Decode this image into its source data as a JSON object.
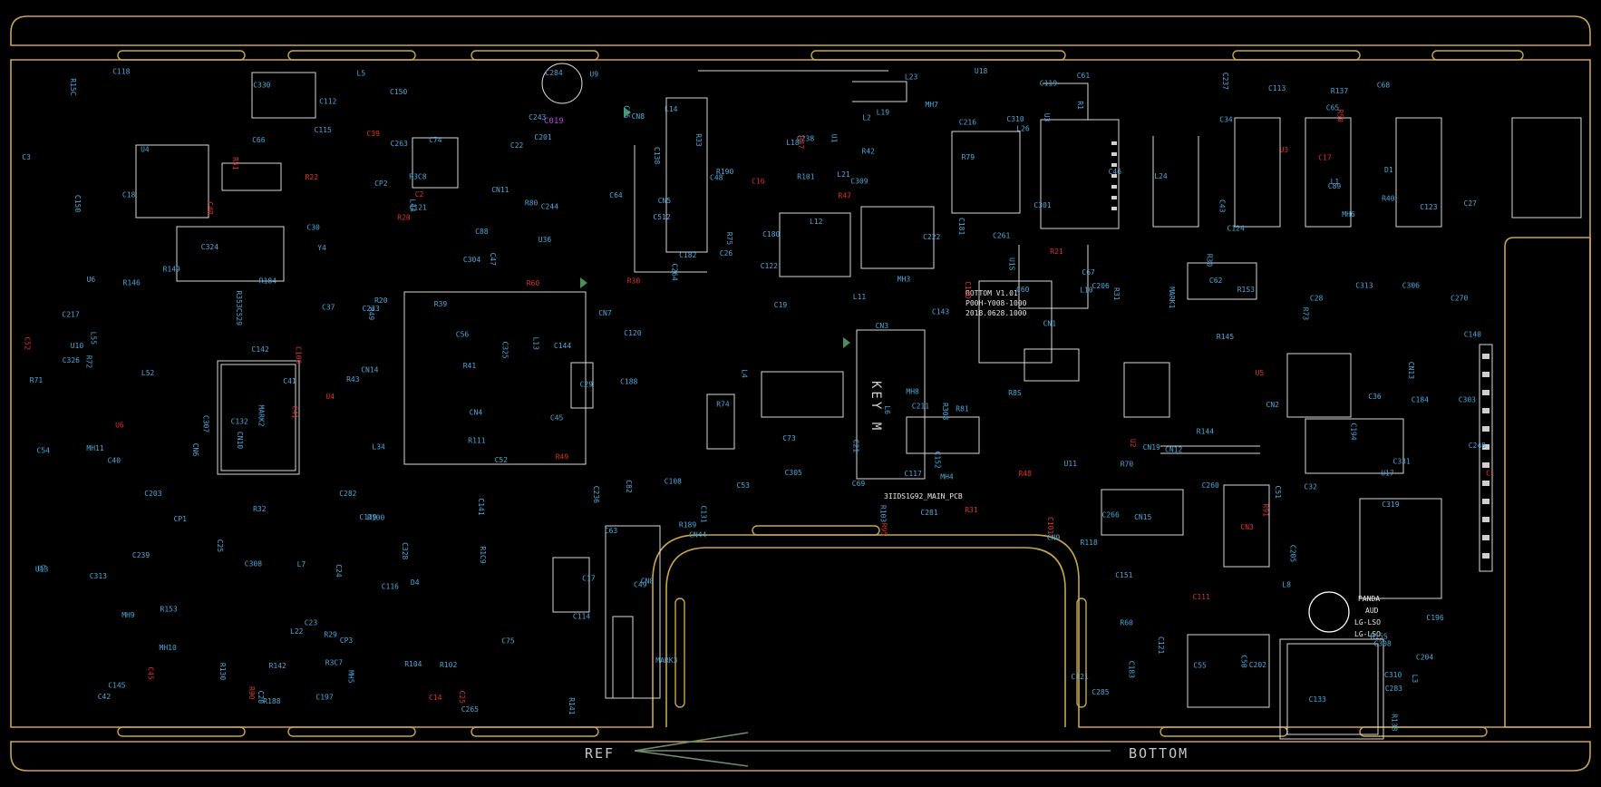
{
  "board": {
    "direction_left": "REF",
    "direction_right": "BOTTOM",
    "key_label": "KEY M",
    "pcb_name": "3IIDS1G92_MAIN_PCB",
    "version_lines": [
      "BOTTOM V1.01",
      "P00H-Y008-1000",
      "2018.0628.1000"
    ],
    "brand_lines": [
      "PANDA",
      "AUD",
      "LG-LSO",
      "LG-LSO"
    ]
  },
  "colors": {
    "outline": "#c9a64a",
    "silk_blue": "#4aa8d8",
    "silk_red": "#e0302a",
    "silk_white": "#e6e6e6",
    "accent_purple": "#b04ae0",
    "marker_green": "#4a8f5a"
  },
  "labels_blue": [
    "R153",
    "R15C",
    "CN19",
    "MARK1",
    "D4",
    "R353C529",
    "R3C8",
    "R3C7",
    "C310",
    "R308",
    "C313",
    "L3",
    "C308",
    "CP1",
    "CP2",
    "CN4",
    "MH8",
    "MH3",
    "C307",
    "C309",
    "C306",
    "R33",
    "U1",
    "C512",
    "L2",
    "CN3",
    "L1",
    "C303",
    "C301",
    "CN8",
    "R39",
    "R79",
    "R1",
    "C108",
    "C310",
    "C313",
    "C319",
    "C308",
    "C325",
    "C324",
    "C326",
    "L10",
    "C330",
    "CP3",
    "C304",
    "C305",
    "MH6",
    "R8S",
    "CN44",
    "C3",
    "C328",
    "C331",
    "U4",
    "C66",
    "C67",
    "C75",
    "C74",
    "C68",
    "C32",
    "C73",
    "C69",
    "R1C9",
    "L8",
    "C82",
    "C88",
    "C211",
    "C89",
    "Y4",
    "C40",
    "C41",
    "C42",
    "C43",
    "C47",
    "C45",
    "C46",
    "C48",
    "L26",
    "C115",
    "C114",
    "C113",
    "C116",
    "C117",
    "C112",
    "C118",
    "C119",
    "C120",
    "C121",
    "U3",
    "CN2",
    "L52",
    "C150",
    "C151",
    "C152",
    "C138",
    "C139",
    "C140",
    "R138",
    "R118",
    "R137",
    "R130",
    "R146",
    "R145",
    "R144",
    "C121",
    "C131",
    "C132",
    "C133",
    "C141",
    "C142",
    "C143",
    "C144",
    "C145",
    "CN6",
    "R1S3",
    "R15S",
    "C263",
    "C264",
    "C265",
    "R190",
    "CN5",
    "R111",
    "C150",
    "U1S",
    "C222",
    "C223",
    "L23",
    "L24",
    "MH5",
    "CN7",
    "R20",
    "C248",
    "C266",
    "C261",
    "C260",
    "C270",
    "MH9",
    "CN1",
    "R60",
    "C244",
    "C243",
    "C217",
    "C216",
    "R49",
    "C238",
    "C239",
    "C237",
    "C236",
    "U6",
    "L55",
    "C194",
    "C197",
    "C196",
    "R189",
    "R188",
    "C184",
    "R184",
    "C188",
    "MH7",
    "R142",
    "R141",
    "R149",
    "R80",
    "R81",
    "C122",
    "C123",
    "C124",
    "L44",
    "C121",
    "C183",
    "C182",
    "C181",
    "C180",
    "U17",
    "C56",
    "C55",
    "L21",
    "L22",
    "R100",
    "R101",
    "R102",
    "R103",
    "R104",
    "U7",
    "MH4",
    "L34",
    "C201",
    "C202",
    "C203",
    "C204",
    "C205",
    "C206",
    "CN8",
    "U36",
    "C281",
    "C282",
    "C283",
    "C284",
    "C285",
    "D1",
    "U18",
    "C27",
    "C28",
    "C29",
    "C30",
    "L18",
    "L19",
    "L7",
    "L6",
    "L5",
    "L4",
    "C17",
    "C18",
    "C19",
    "C20",
    "C21",
    "C22",
    "C23",
    "C24",
    "C25",
    "C26",
    "CN9",
    "CN10",
    "CN11",
    "U13",
    "R29",
    "R30",
    "R31",
    "R32",
    "C34",
    "C35",
    "C36",
    "C37",
    "MH10",
    "MH11",
    "MARK2",
    "MARK3",
    "CN12",
    "CN13",
    "CN14",
    "CN15",
    "U9",
    "U10",
    "C49",
    "C50",
    "C51",
    "C52",
    "C53",
    "C54",
    "U11",
    "R40",
    "R41",
    "R42",
    "R43",
    "C60",
    "C61",
    "C62",
    "C63",
    "C64",
    "C65",
    "L11",
    "L12",
    "L13",
    "L14",
    "R70",
    "R71",
    "R72",
    "R73",
    "R74",
    "R75"
  ],
  "labels_red": [
    "R47",
    "U2",
    "U3",
    "C25",
    "C39",
    "R60",
    "C45",
    "C1",
    "C2",
    "R47",
    "R48",
    "R49",
    "CN3",
    "U5",
    "R30",
    "R31",
    "C14",
    "U4",
    "C16",
    "C17",
    "R50",
    "R51",
    "C52",
    "U6",
    "C40",
    "C41",
    "R20",
    "R21",
    "R22",
    "C100",
    "C101",
    "R90",
    "R91",
    "C110",
    "C111",
    "R95"
  ]
}
